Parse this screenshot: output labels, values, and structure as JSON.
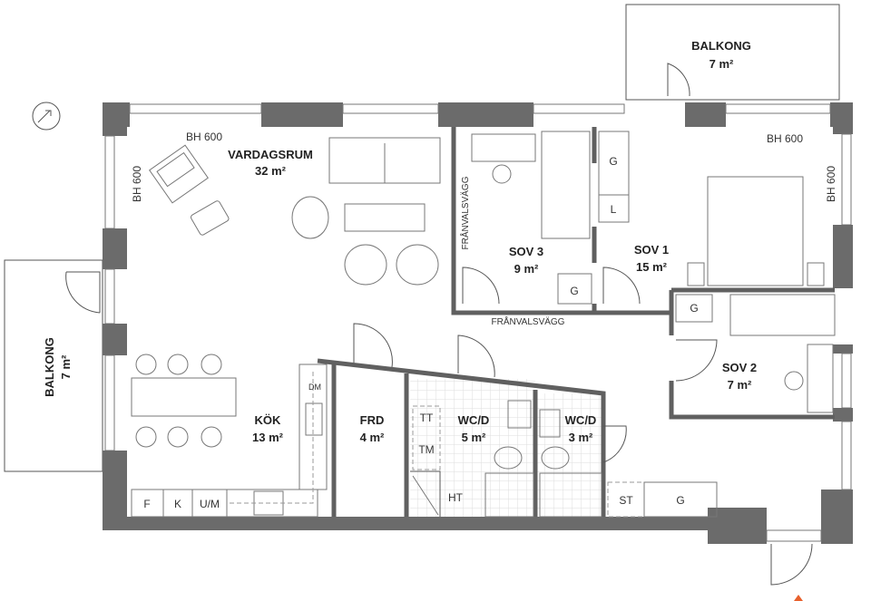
{
  "rooms": {
    "vardagsrum": {
      "name": "VARDAGSRUM",
      "area": "32 m²"
    },
    "kok": {
      "name": "KÖK",
      "area": "13 m²"
    },
    "frd": {
      "name": "FRD",
      "area": "4 m²"
    },
    "wc1": {
      "name": "WC/D",
      "area": "5 m²"
    },
    "wc2": {
      "name": "WC/D",
      "area": "3 m²"
    },
    "sov1": {
      "name": "SOV 1",
      "area": "15 m²"
    },
    "sov2": {
      "name": "SOV 2",
      "area": "7 m²"
    },
    "sov3": {
      "name": "SOV 3",
      "area": "9 m²"
    },
    "balkong_top": {
      "name": "BALKONG",
      "area": "7 m²"
    },
    "balkong_left": {
      "name": "BALKONG",
      "area": "7 m²"
    }
  },
  "annotations": {
    "bh_top_left": "BH 600",
    "bh_left": "BH 600",
    "bh_top_right": "BH 600",
    "bh_right": "BH 600",
    "franvalsvagg_vertical": "FRÅNVALSVÄGG",
    "franvalsvagg_horizontal": "FRÅNVALSVÄGG"
  },
  "fixtures": {
    "g_sov1": "G",
    "l_sov1": "L",
    "g_sov3": "G",
    "g_sov2": "G",
    "dm": "DM",
    "f": "F",
    "k": "K",
    "um": "U/M",
    "tt": "TT",
    "tm": "TM",
    "ht": "HT",
    "st": "ST",
    "g_hall": "G"
  },
  "colors": {
    "wall": "#6b6b6b",
    "entrance_marker": "#e8602c"
  }
}
